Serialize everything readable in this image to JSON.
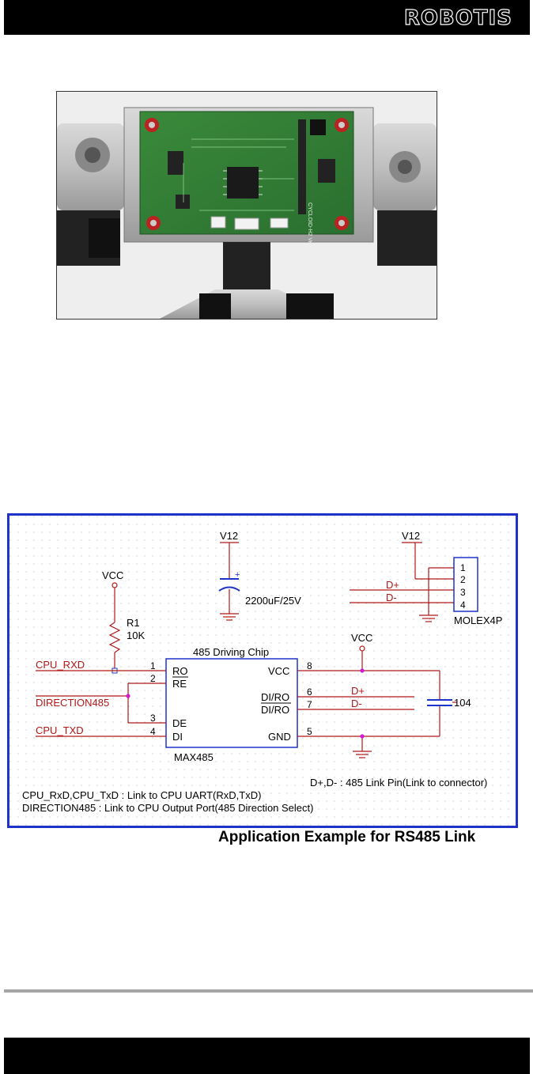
{
  "header": {
    "brand": "ROBOTIS"
  },
  "photo": {
    "board_silkscreen": "CYCLOID-H2 Ver"
  },
  "schematic": {
    "v12_cap": "V12",
    "cap_polarity": "+",
    "cap_value": "2200uF/25V",
    "v12_conn": "V12",
    "conn_pins": [
      "1",
      "2",
      "3",
      "4"
    ],
    "conn_name": "MOLEX4P",
    "conn_dplus": "D+",
    "conn_dminus": "D-",
    "vcc_left": "VCC",
    "r1_name": "R1",
    "r1_value": "10K",
    "chip_title": "485 Driving Chip",
    "chip_part": "MAX485",
    "vcc_right": "VCC",
    "net_cpu_rxd": "CPU_RXD",
    "net_direction": "DIRECTION485",
    "net_cpu_txd": "CPU_TXD",
    "left_pin_numbers": [
      "1",
      "2",
      "3",
      "4"
    ],
    "left_pin_names": [
      "RO",
      "RE",
      "DE",
      "DI"
    ],
    "right_pin_numbers": [
      "8",
      "6",
      "7",
      "5"
    ],
    "right_pin_names": [
      "VCC",
      "DI/RO",
      "DI/RO",
      "GND"
    ],
    "out_dplus": "D+",
    "out_dminus": "D-",
    "bypass_cap": "104",
    "note_link_pin": "D+,D- : 485 Link Pin(Link to connector)",
    "note_uart": "CPU_RxD,CPU_TxD : Link to CPU UART(RxD,TxD)",
    "note_direction": "DIRECTION485 : Link to CPU Output Port(485 Direction Select)"
  },
  "caption": "Application Example for RS485 Link"
}
